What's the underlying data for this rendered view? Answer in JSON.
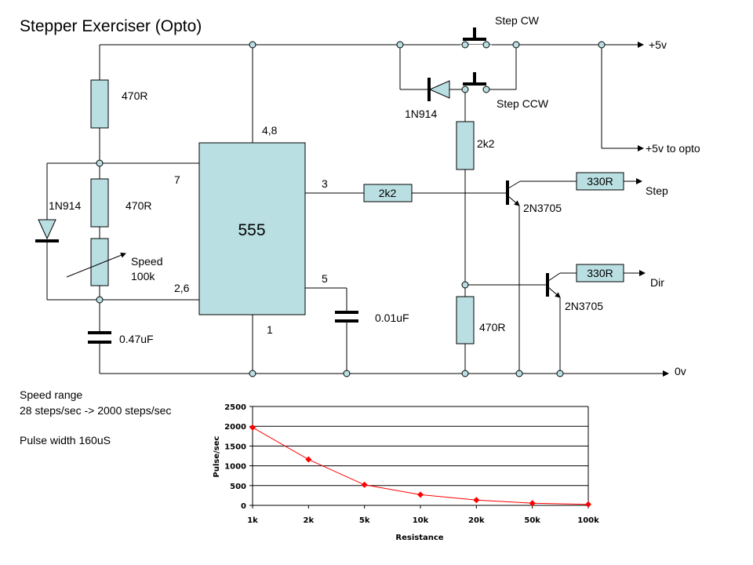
{
  "title": "Stepper Exerciser (Opto)",
  "colors": {
    "component_fill": "#badfe2",
    "wire": "#000000",
    "series_line": "#ff0000",
    "background": "#ffffff"
  },
  "components": {
    "ic": {
      "name": "555",
      "pins": {
        "vcc_reset": "4,8",
        "discharge": "7",
        "output": "3",
        "trigger_threshold": "2,6",
        "control": "5",
        "ground": "1"
      }
    },
    "r_top": "470R",
    "r_mid": "470R",
    "pot": {
      "label": "Speed",
      "value": "100k"
    },
    "diode_left": "1N914",
    "cap_timing": "0.47uF",
    "cap_control": "0.01uF",
    "r_out": "2k2",
    "r_pullup": "2k2",
    "r_dir": "470R",
    "diode_switch": "1N914",
    "switch_cw": "Step CW",
    "switch_ccw": "Step CCW",
    "transistor_step": "2N3705",
    "transistor_dir": "2N3705",
    "r_step": "330R",
    "r_dir_out": "330R"
  },
  "nets": {
    "vcc": "+5v",
    "vcc_opto": "+5v to opto",
    "step": "Step",
    "dir": "Dir",
    "gnd": "0v"
  },
  "notes": {
    "speed_range_heading": "Speed range",
    "speed_range_value": "28 steps/sec -> 2000 steps/sec",
    "pulse_width": "Pulse width 160uS"
  },
  "chart_data": {
    "type": "line",
    "title": "",
    "xlabel": "Resistance",
    "ylabel": "Pulse/sec",
    "categories": [
      "1k",
      "2k",
      "5k",
      "10k",
      "20k",
      "50k",
      "100k"
    ],
    "series": [
      {
        "name": "Pulse/sec",
        "values": [
          1970,
          1160,
          520,
          270,
          135,
          55,
          25
        ]
      }
    ],
    "ylim": [
      0,
      2500
    ],
    "yticks": [
      0,
      500,
      1000,
      1500,
      2000,
      2500
    ],
    "grid": true,
    "legend": "none",
    "marker": "diamond"
  }
}
